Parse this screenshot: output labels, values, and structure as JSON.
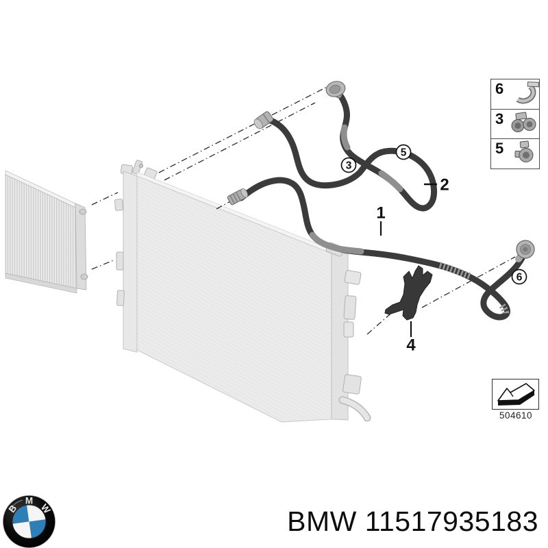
{
  "callouts": {
    "c1": "1",
    "c2": "2",
    "c3": "3",
    "c4": "4",
    "c5": "5",
    "c6": "6"
  },
  "legend": {
    "items": [
      {
        "label": "6",
        "icon": "hose-clamp-band-icon"
      },
      {
        "label": "3",
        "icon": "hose-clamp-double-icon"
      },
      {
        "label": "5",
        "icon": "hose-clamp-single-icon"
      }
    ]
  },
  "direction_box": {
    "code": "504610",
    "icon": "installation-direction-arrow-icon"
  },
  "footer": {
    "part_number": "BMW 11517935183",
    "logo": {
      "icon": "bmw-roundel-icon",
      "letters": [
        "B",
        "M",
        "W"
      ]
    }
  },
  "colors": {
    "bmw_blue": "#2e7fb6",
    "hose_dark": "#3b3b3b",
    "line_black": "#111111"
  }
}
